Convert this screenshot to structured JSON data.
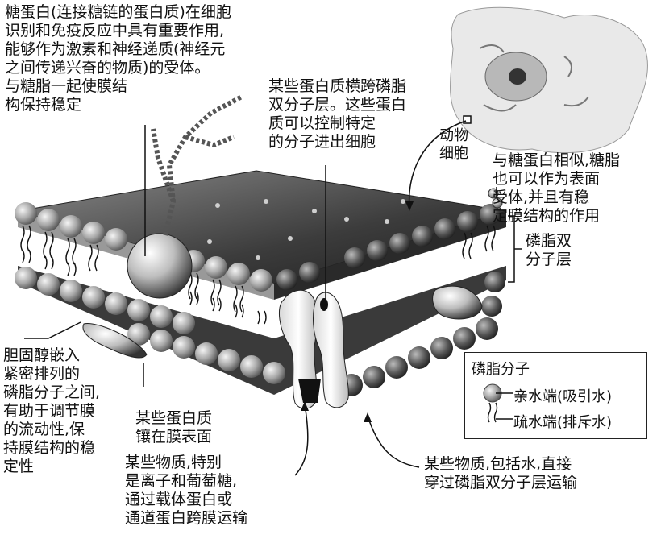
{
  "labels": {
    "glycoprotein": "糖蛋白(连接糖链的蛋白质)在细胞\n识别和免疫反应中具有重要作用,\n能够作为激素和神经递质(神经元\n之间传递兴奋的物质)的受体。\n与糖脂一起使膜结\n构保持稳定",
    "transmembrane": "某些蛋白质横跨磷脂\n双分子层。这些蛋白\n质可以控制特定\n的分子进出细胞",
    "animal_cell": "动物\n细胞",
    "glycolipid": "与糖蛋白相似,糖脂\n也可以作为表面\n受体,并且有稳\n定膜结构的作用",
    "bilayer": "磷脂双\n分子层",
    "cholesterol": "胆固醇嵌入\n紧密排列的\n磷脂分子之间,\n有助于调节膜\n的流动性,保\n持膜结构的稳\n定性",
    "peripheral": "某些蛋白质\n镶在膜表面",
    "carrier": "某些物质,特别\n是离子和葡萄糖,\n通过载体蛋白或\n通道蛋白跨膜运输",
    "diffusion": "某些物质,包括水,直接\n穿过磷脂双分子层运输"
  },
  "legend": {
    "title": "磷脂分子",
    "head": "亲水端(吸引水)",
    "tail": "疏水端(排斥水)"
  }
}
